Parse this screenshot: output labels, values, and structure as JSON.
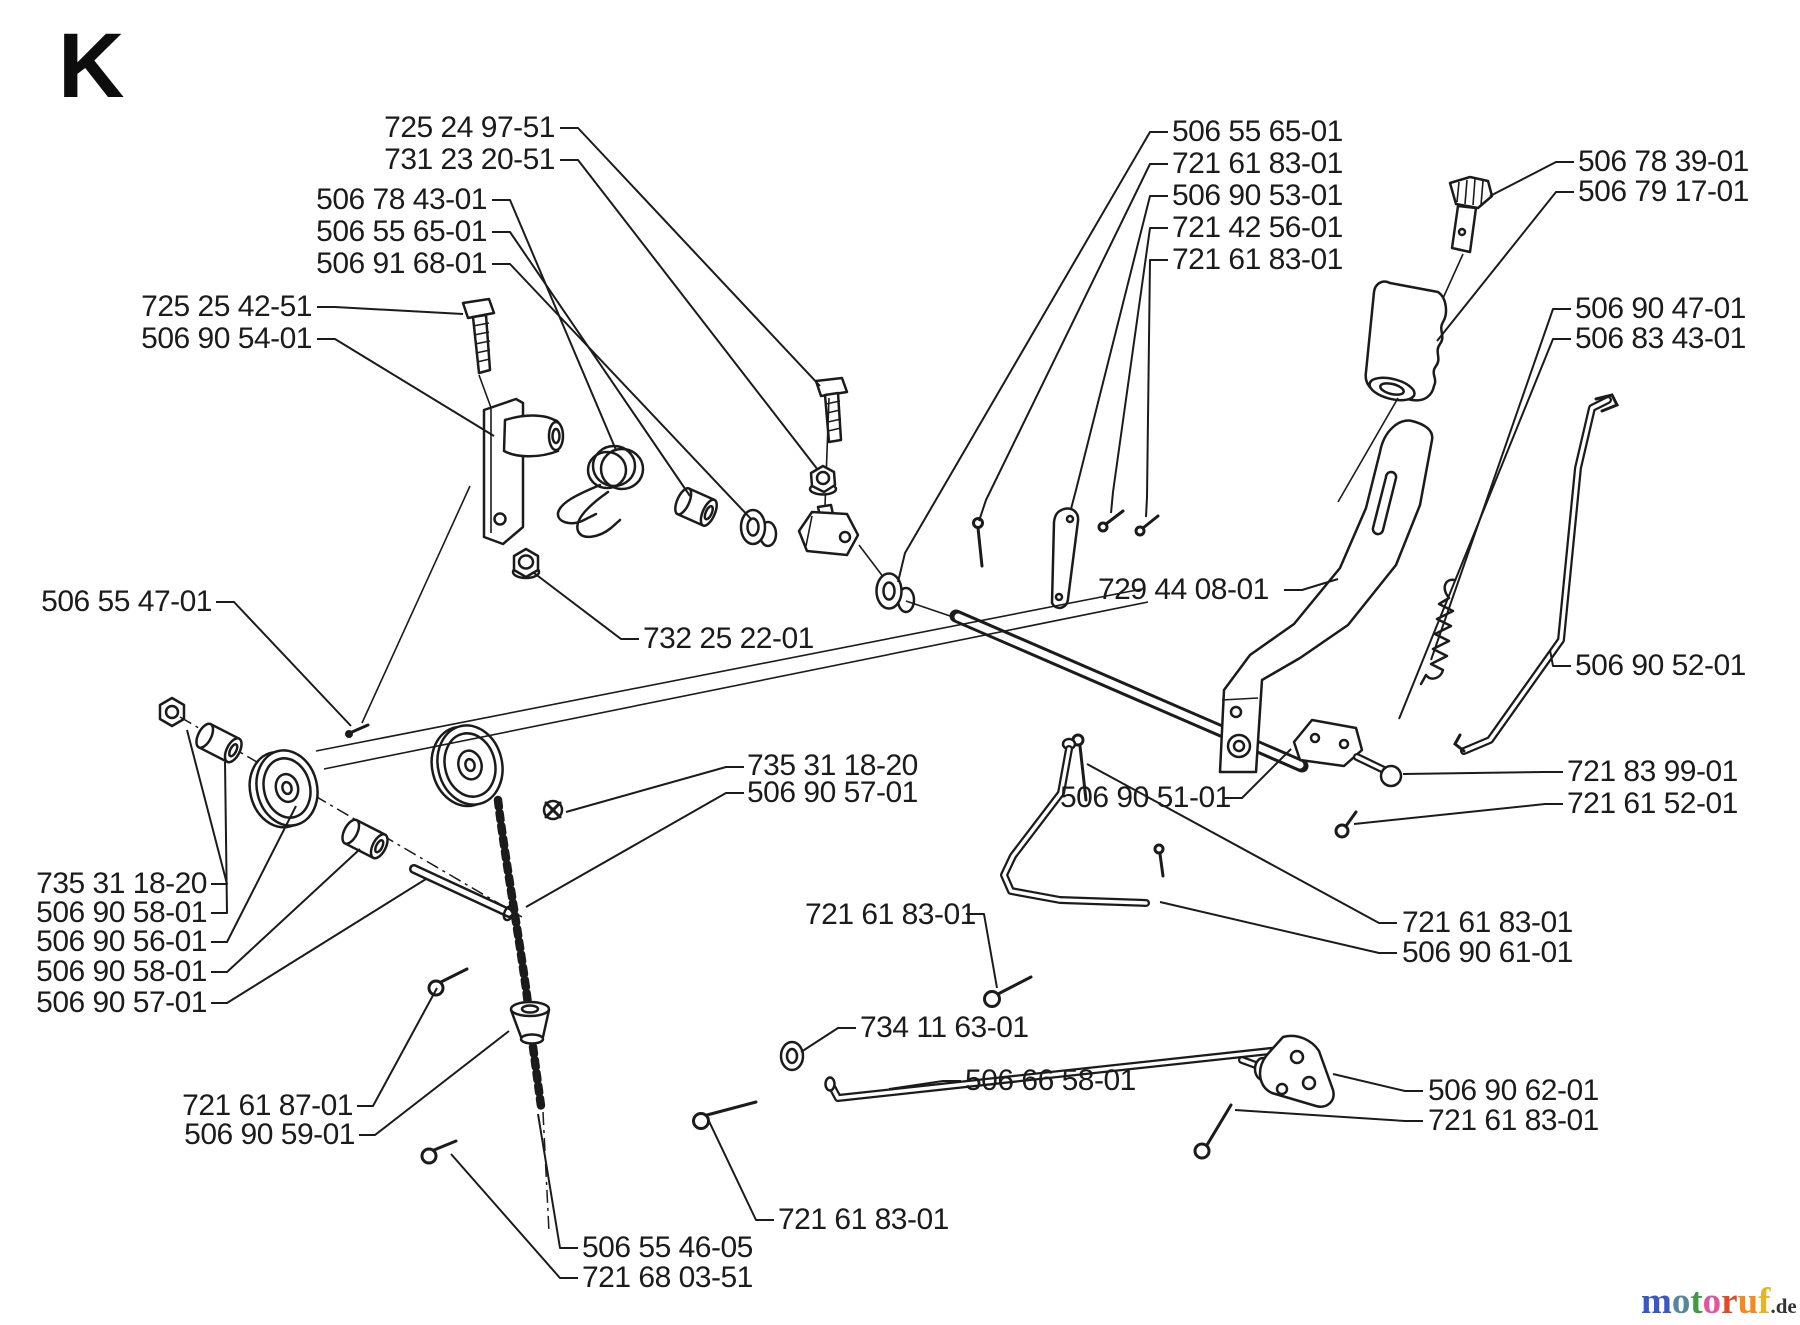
{
  "page": {
    "section_letter": "K",
    "background": "#ffffff",
    "line_color": "#1b1b1b"
  },
  "watermark": {
    "letters": [
      {
        "ch": "m",
        "color": "#3a57c4"
      },
      {
        "ch": "o",
        "color": "#55889b"
      },
      {
        "ch": "t",
        "color": "#3f9b44"
      },
      {
        "ch": "o",
        "color": "#e0559f"
      },
      {
        "ch": "r",
        "color": "#e0492a"
      },
      {
        "ch": "u",
        "color": "#ef8b1f"
      },
      {
        "ch": "f",
        "color": "#e7b524"
      }
    ],
    "suffix": ".de",
    "suffix_color": "#333333"
  },
  "labels": [
    {
      "text": "725 24 97-51"
    },
    {
      "text": "731 23 20-51"
    },
    {
      "text": "506 78 43-01"
    },
    {
      "text": "506 55 65-01"
    },
    {
      "text": "506 91 68-01"
    },
    {
      "text": "725 25 42-51"
    },
    {
      "text": "506 90 54-01"
    },
    {
      "text": "506 55 65-01"
    },
    {
      "text": "721 61 83-01"
    },
    {
      "text": "506 90 53-01"
    },
    {
      "text": "721 42 56-01"
    },
    {
      "text": "721 61 83-01"
    },
    {
      "text": "506 78 39-01"
    },
    {
      "text": "506 79 17-01"
    },
    {
      "text": "506 90 47-01"
    },
    {
      "text": "506 83 43-01"
    },
    {
      "text": "506 55 47-01"
    },
    {
      "text": "732 25 22-01"
    },
    {
      "text": "729 44 08-01"
    },
    {
      "text": "506 90 52-01"
    },
    {
      "text": "721 83 99-01"
    },
    {
      "text": "721 61 52-01"
    },
    {
      "text": "506 90 51-01"
    },
    {
      "text": "735 31 18-20"
    },
    {
      "text": "506 90 58-01"
    },
    {
      "text": "506 90 56-01"
    },
    {
      "text": "506 90 58-01"
    },
    {
      "text": "506 90 57-01"
    },
    {
      "text": "721 61 87-01"
    },
    {
      "text": "506 90 59-01"
    },
    {
      "text": "735 31 18-20"
    },
    {
      "text": "506 90 57-01"
    },
    {
      "text": "721 61 83-01"
    },
    {
      "text": "734 11 63-01"
    },
    {
      "text": "506 66 58-01"
    },
    {
      "text": "721 61 83-01"
    },
    {
      "text": "506 55 46-05"
    },
    {
      "text": "721 68 03-51"
    },
    {
      "text": "721 61 83-01"
    },
    {
      "text": "506 90 61-01"
    },
    {
      "text": "506 90 62-01"
    },
    {
      "text": "721 61 83-01"
    }
  ]
}
